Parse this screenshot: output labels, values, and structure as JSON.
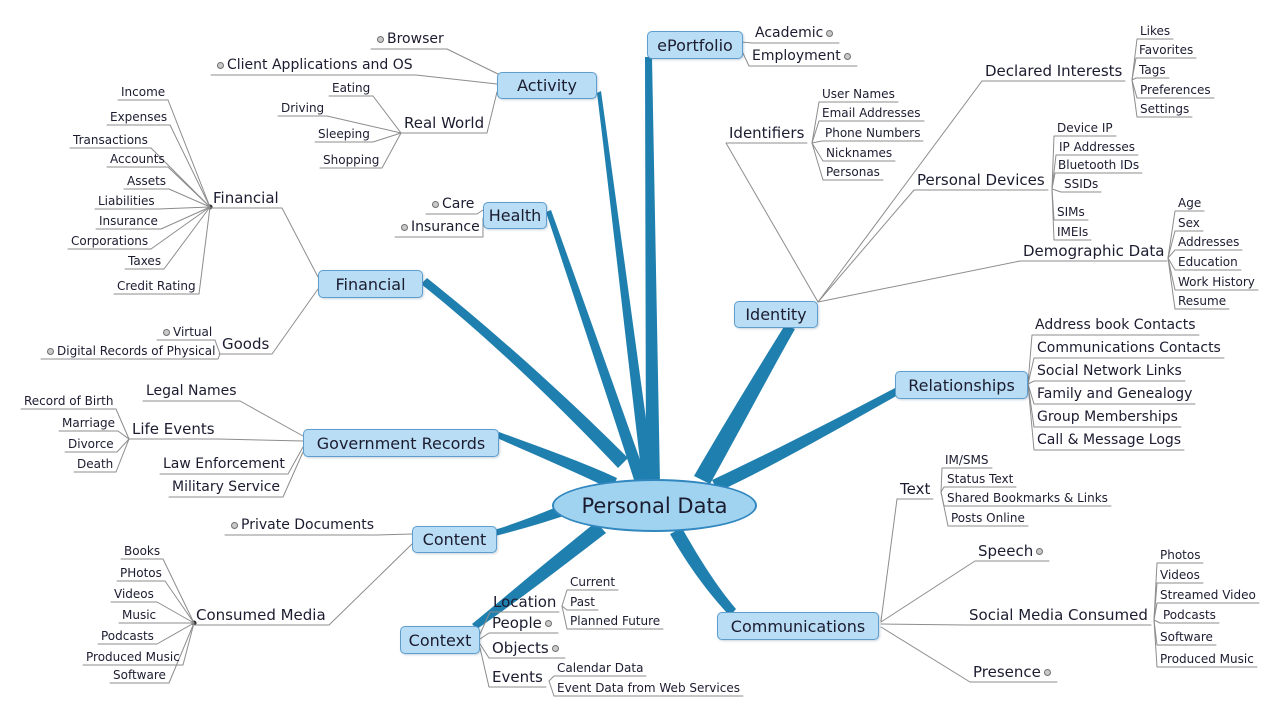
{
  "title": "Personal Data",
  "colors": {
    "ray": "#1f7fae",
    "box_fill": "#b8ddf4",
    "box_border": "#5d9ecf",
    "center_fill": "#a0d3ef",
    "center_border": "#3187bf",
    "text": "#1c1c30",
    "connector": "#8d8d8d"
  },
  "center": {
    "label": "Personal Data"
  },
  "branches": {
    "activity": {
      "label": "Activity",
      "items": {
        "browser": "Browser",
        "client_apps": "Client Applications and OS",
        "real_world": {
          "label": "Real World",
          "items": {
            "eating": "Eating",
            "driving": "Driving",
            "sleeping": "Sleeping",
            "shopping": "Shopping"
          }
        }
      }
    },
    "eportfolio": {
      "label": "ePortfolio",
      "items": {
        "academic": "Academic",
        "employment": "Employment"
      }
    },
    "health": {
      "label": "Health",
      "items": {
        "care": "Care",
        "insurance": "Insurance"
      }
    },
    "financial": {
      "label": "Financial",
      "items": {
        "financial_records": {
          "label": "Financial",
          "items": {
            "income": "Income",
            "expenses": "Expenses",
            "transactions": "Transactions",
            "accounts": "Accounts",
            "assets": "Assets",
            "liabilities": "Liabilities",
            "insurance": "Insurance",
            "corporations": "Corporations",
            "taxes": "Taxes",
            "credit_rating": "Credit Rating"
          }
        },
        "goods": {
          "label": "Goods",
          "items": {
            "virtual": "Virtual",
            "digital_records": "Digital Records of Physical"
          }
        }
      }
    },
    "government_records": {
      "label": "Government Records",
      "items": {
        "legal_names": "Legal Names",
        "life_events": {
          "label": "Life Events",
          "items": {
            "record_of_birth": "Record of Birth",
            "marriage": "Marriage",
            "divorce": "Divorce",
            "death": "Death"
          }
        },
        "law_enforcement": "Law Enforcement",
        "military_service": "Military Service"
      }
    },
    "content": {
      "label": "Content",
      "items": {
        "private_documents": "Private Documents",
        "consumed_media": {
          "label": "Consumed Media",
          "items": {
            "books": "Books",
            "photos": "PHotos",
            "videos": "Videos",
            "music": "Music",
            "podcasts": "Podcasts",
            "produced_music": "Produced Music",
            "software": "Software"
          }
        }
      }
    },
    "context": {
      "label": "Context",
      "items": {
        "location": {
          "label": "Location",
          "items": {
            "current": "Current",
            "past": "Past",
            "planned_future": "Planned Future"
          }
        },
        "people": "People",
        "objects": "Objects",
        "events": {
          "label": "Events",
          "items": {
            "calendar_data": "Calendar Data",
            "event_data": "Event Data from Web Services"
          }
        }
      }
    },
    "communications": {
      "label": "Communications",
      "items": {
        "text": {
          "label": "Text",
          "items": {
            "im_sms": "IM/SMS",
            "status_text": "Status Text",
            "shared_bookmarks": "Shared Bookmarks & Links",
            "posts_online": "Posts Online"
          }
        },
        "speech": "Speech",
        "social_media_consumed": {
          "label": "Social Media Consumed",
          "items": {
            "photos": "Photos",
            "videos": "Videos",
            "streamed_video": "Streamed Video",
            "podcasts": "Podcasts",
            "software": "Software",
            "produced_music": "Produced Music"
          }
        },
        "presence": "Presence"
      }
    },
    "relationships": {
      "label": "Relationships",
      "items": {
        "address_book": "Address book Contacts",
        "communications_contacts": "Communications Contacts",
        "social_network_links": "Social Network Links",
        "family_genealogy": "Family and Genealogy",
        "group_memberships": "Group Memberships",
        "call_message_logs": "Call & Message Logs"
      }
    },
    "identity": {
      "label": "Identity",
      "items": {
        "identifiers": {
          "label": "Identifiers",
          "items": {
            "user_names": "User Names",
            "email_addresses": "Email Addresses",
            "phone_numbers": "Phone Numbers",
            "nicknames": "Nicknames",
            "personas": "Personas"
          }
        },
        "declared_interests": {
          "label": "Declared Interests",
          "items": {
            "likes": "Likes",
            "favorites": "Favorites",
            "tags": "Tags",
            "preferences": "Preferences",
            "settings": "Settings"
          }
        },
        "personal_devices": {
          "label": "Personal Devices",
          "items": {
            "device_ip": "Device IP",
            "ip_addresses": "IP Addresses",
            "bluetooth_ids": "Bluetooth IDs",
            "ssids": "SSIDs",
            "sims": "SIMs",
            "imeis": "IMEIs"
          }
        },
        "demographic_data": {
          "label": "Demographic Data",
          "items": {
            "age": "Age",
            "sex": "Sex",
            "addresses": "Addresses",
            "education": "Education",
            "work_history": "Work History",
            "resume": "Resume"
          }
        }
      }
    }
  }
}
